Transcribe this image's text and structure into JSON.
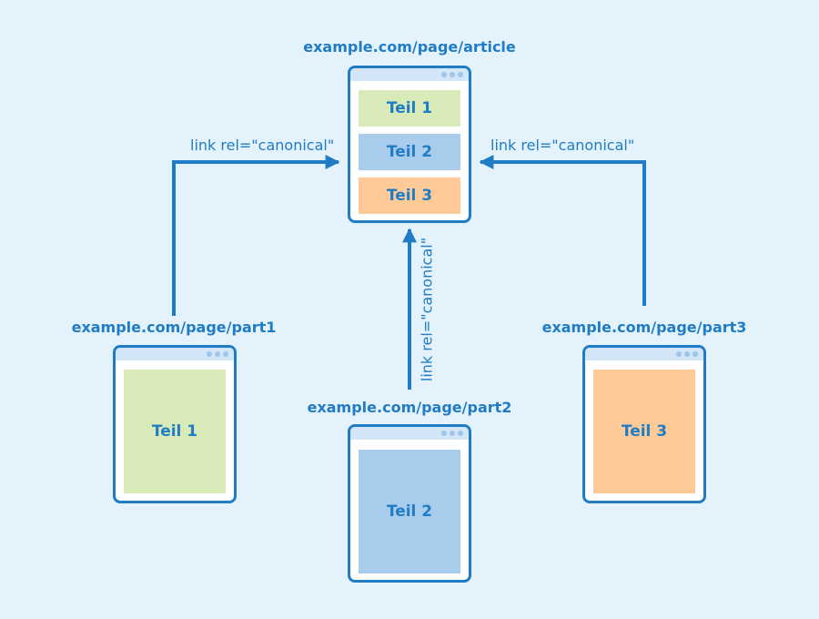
{
  "article": {
    "url": "example.com/page/article",
    "parts": [
      "Teil 1",
      "Teil 2",
      "Teil 3"
    ]
  },
  "part1": {
    "url": "example.com/page/part1",
    "label": "Teil 1"
  },
  "part2": {
    "url": "example.com/page/part2",
    "label": "Teil 2"
  },
  "part3": {
    "url": "example.com/page/part3",
    "label": "Teil 3"
  },
  "links": {
    "left": "link rel=\"canonical\"",
    "middle": "link rel=\"canonical\"",
    "right": "link rel=\"canonical\""
  },
  "colors": {
    "background": "#e4f2fc",
    "accent": "#1f7cc5",
    "teil1": "#d8eab7",
    "teil2": "#a7ccec",
    "teil3": "#fecb98"
  }
}
